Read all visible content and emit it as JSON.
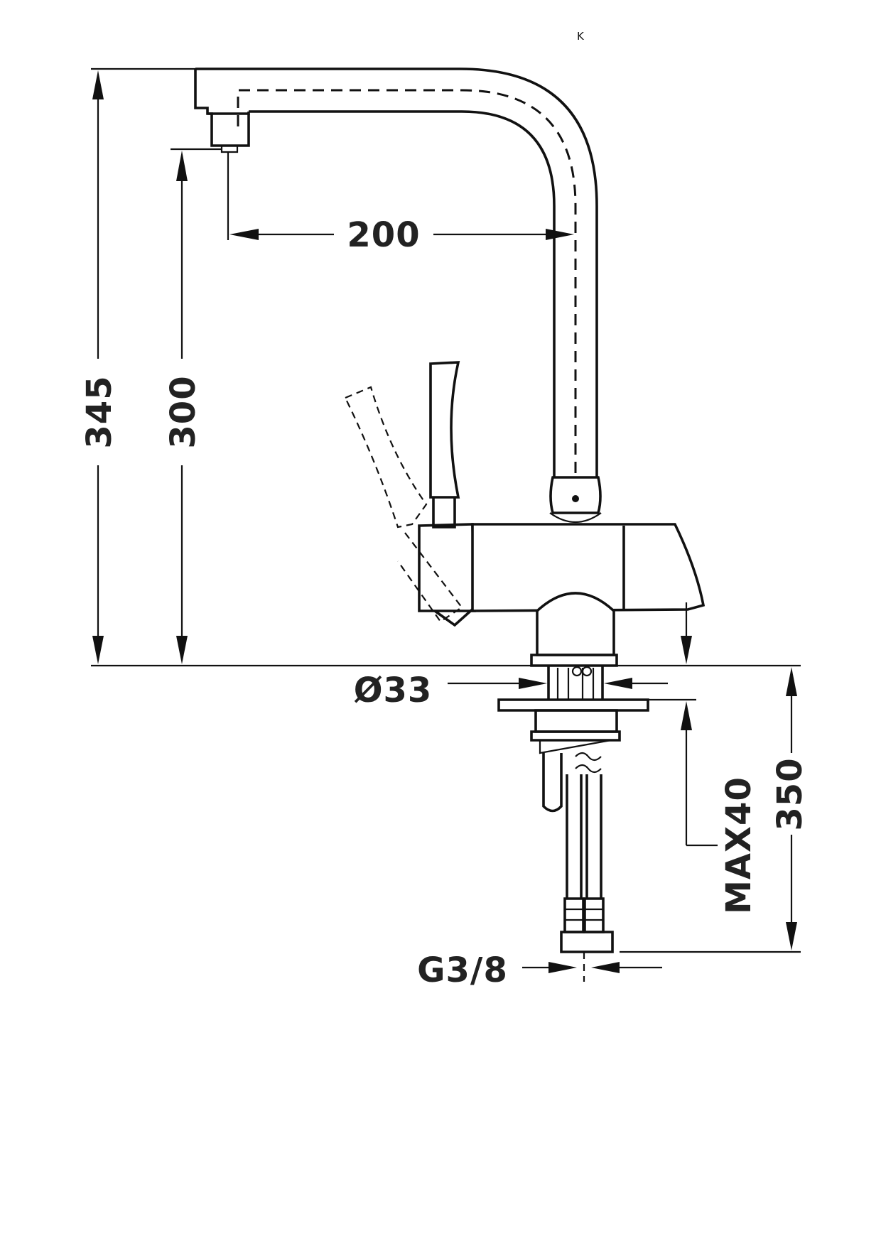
{
  "page": {
    "marker": "K"
  },
  "dimensions": {
    "total_height": "345",
    "spout_height": "300",
    "spout_reach": "200",
    "hole_diameter": "Ø33",
    "max_deck_thickness": "MAX40",
    "hose_length": "350",
    "connection_thread": "G3/8"
  }
}
